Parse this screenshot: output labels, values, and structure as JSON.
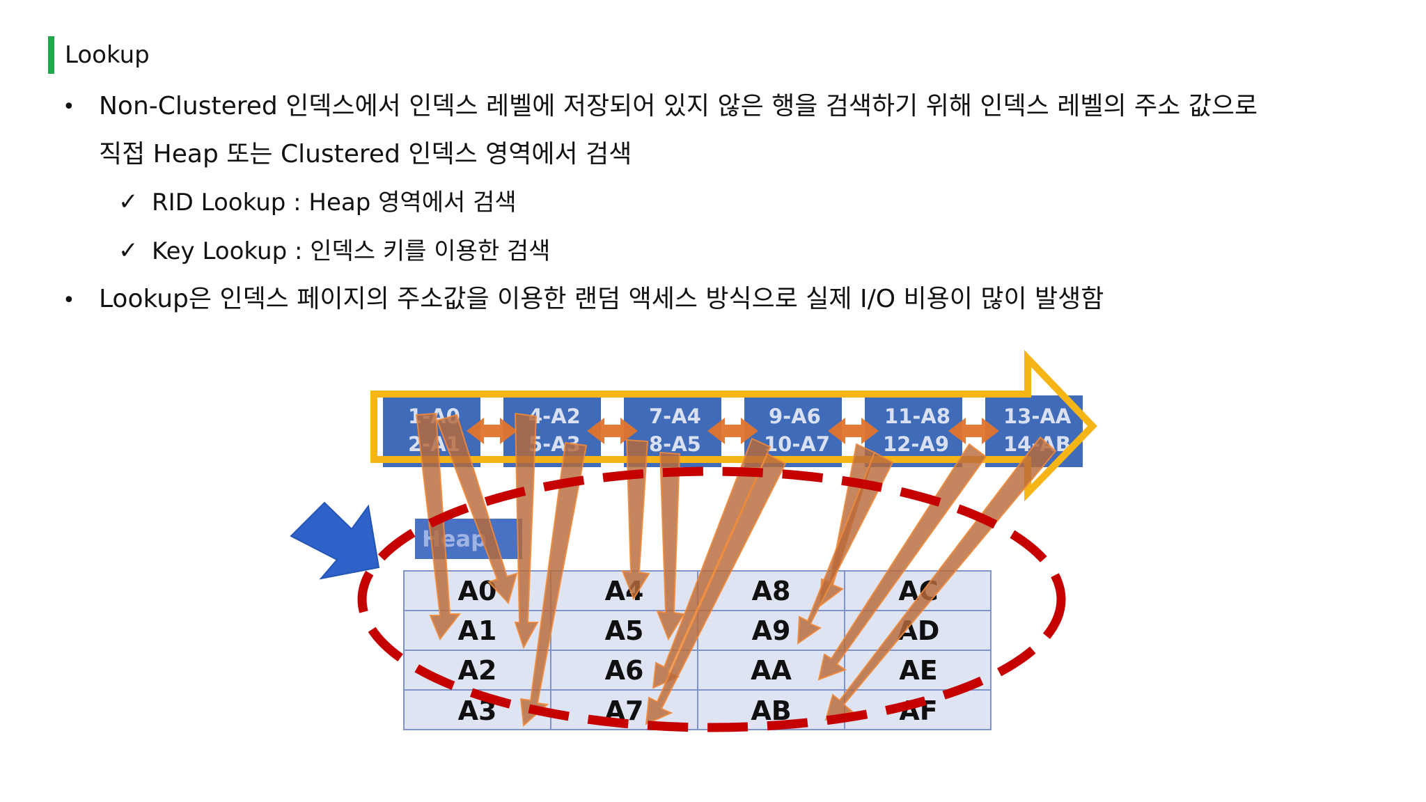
{
  "slide": {
    "title": "Lookup",
    "bullet_1_line_1": "Non-Clustered 인덱스에서 인덱스 레벨에 저장되어 있지 않은 행을 검색하기 위해 인덱스 레벨의 주소 값으로",
    "bullet_1_line_2": "직접 Heap 또는 Clustered 인덱스 영역에서 검색",
    "sub_1": "RID Lookup  : Heap 영역에서 검색",
    "sub_2": "Key Lookup : 인덱스 키를 이용한 검색",
    "bullet_2": "Lookup은 인덱스 페이지의 주소값을 이용한 랜덤 액세스 방식으로 실제 I/O 비용이 많이 발생함",
    "bullet_symbol": "•",
    "check_symbol": "✓"
  },
  "diagram": {
    "index_pages": [
      {
        "top": "1-A0",
        "bottom": "2-A1"
      },
      {
        "top": "4-A2",
        "bottom": "5-A3"
      },
      {
        "top": "7-A4",
        "bottom": "8-A5"
      },
      {
        "top": "9-A6",
        "bottom": "10-A7"
      },
      {
        "top": "11-A8",
        "bottom": "12-A9"
      },
      {
        "top": "13-AA",
        "bottom": "14-AB"
      }
    ],
    "heap_label": "Heap",
    "heap_rows": [
      [
        "A0",
        "A4",
        "A8",
        "AC"
      ],
      [
        "A1",
        "A5",
        "A9",
        "AD"
      ],
      [
        "A2",
        "A6",
        "AA",
        "AE"
      ],
      [
        "A3",
        "A7",
        "AB",
        "AF"
      ]
    ],
    "colors": {
      "index_page": "#3f6bb8",
      "frame_arrow": "#f6b516",
      "connector": "#e0742c",
      "lookup_arrow": "#b86a3a",
      "dashed_ellipse": "#c40000",
      "pointer_arrow": "#2f62c8",
      "accent_bar": "#1fa84a"
    }
  }
}
